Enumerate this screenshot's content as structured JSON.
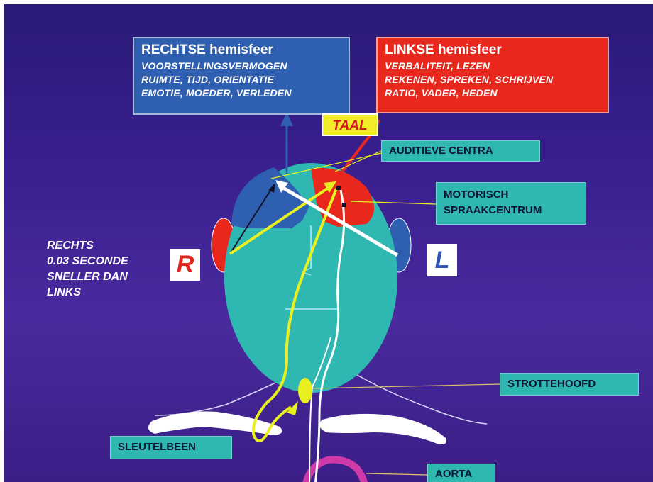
{
  "colors": {
    "background": "#3a1f8f",
    "right_hemisphere": "#2f5fb0",
    "left_hemisphere": "#e8281c",
    "head": "#2fb7b1",
    "label_bg": "#2fb7b1",
    "taal_bg": "#f2ec2a",
    "yellow_path": "#e8f020",
    "white_path": "#ffffff"
  },
  "right_box": {
    "title": "RECHTSE hemisfeer",
    "lines": [
      "VOORSTELLINGSVERMOGEN",
      "RUIMTE, TIJD, ORIENTATIE",
      "EMOTIE, MOEDER, VERLEDEN"
    ]
  },
  "left_box": {
    "title": "LINKSE hemisfeer",
    "lines": [
      "VERBALITEIT, LEZEN",
      "REKENEN, SPREKEN, SCHRIJVEN",
      "RATIO, VADER, HEDEN"
    ]
  },
  "taal": "TAAL",
  "labels": {
    "auditieve": "AUDITIEVE CENTRA",
    "motorisch_1": "MOTORISCH",
    "motorisch_2": "SPRAAKCENTRUM",
    "strottehoofd": "STROTTEHOOFD",
    "sleutelbeen": "SLEUTELBEEN",
    "aorta": "AORTA"
  },
  "letters": {
    "right": "R",
    "left": "L"
  },
  "side_note": [
    "RECHTS",
    "0.03 SECONDE",
    "SNELLER DAN",
    "LINKS"
  ]
}
